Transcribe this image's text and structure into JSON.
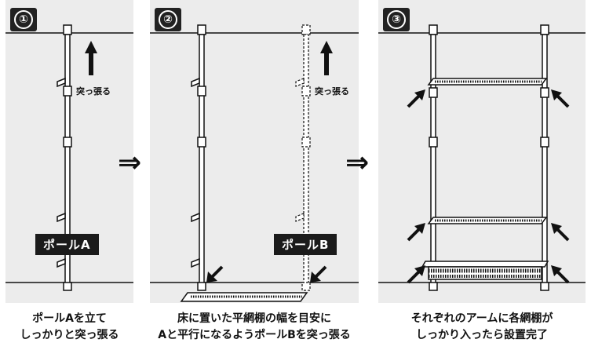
{
  "steps": [
    {
      "number": "①",
      "pole_label": "ポールA",
      "push_label": "突っ張る",
      "caption": "ポールAを立て\nしっかりと突っ張る"
    },
    {
      "number": "②",
      "pole_label": "ポールB",
      "push_label": "突っ張る",
      "caption": "床に置いた平網棚の幅を目安に\nAと平行になるようポールBを突っ張る"
    },
    {
      "number": "③",
      "caption": "それぞれのアームに各網棚が\nしっかり入ったら設置完了"
    }
  ],
  "colors": {
    "panel_bg": "#ececec",
    "line": "#111111",
    "label_bg": "#1b1b1b"
  },
  "icons": {
    "between_steps": "double-right-arrow"
  }
}
